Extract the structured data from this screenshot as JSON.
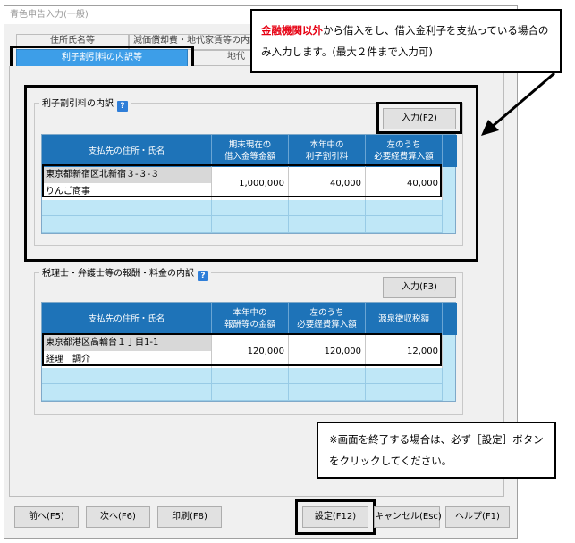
{
  "window": {
    "title": "青色申告入力(一般)"
  },
  "tabs": [
    {
      "label": "住所氏名等"
    },
    {
      "label": "減価償却費・地代家賃等の内訳"
    },
    {
      "label": "利子割引料の内訳等"
    },
    {
      "label": "地代"
    }
  ],
  "interest_section": {
    "legend": "利子割引料の内訳",
    "help": "?",
    "input_button": "入力(F2)",
    "headers": [
      "支払先の住所・氏名",
      "期末現在の\n借入金等金額",
      "本年中の\n利子割引料",
      "左のうち\n必要経費算入額"
    ],
    "rows": [
      {
        "address": "東京都新宿区北新宿３-３-３",
        "name": "りんご商事",
        "loan_balance": "1,000,000",
        "interest": "40,000",
        "deductible": "40,000"
      }
    ]
  },
  "fee_section": {
    "legend": "税理士・弁護士等の報酬・料金の内訳",
    "help": "?",
    "input_button": "入力(F3)",
    "headers": [
      "支払先の住所・氏名",
      "本年中の\n報酬等の金額",
      "左のうち\n必要経費算入額",
      "源泉徴収税額"
    ],
    "rows": [
      {
        "address": "東京都港区高輪台１丁目1-1",
        "name": "経理　調介",
        "fee": "120,000",
        "deductible": "120,000",
        "withholding": "12,000"
      }
    ]
  },
  "callout_top": {
    "highlight": "金融機関以外",
    "text_rest": "から借入をし、借入金利子を支払っている場合のみ入力します。(最大２件まで入力可)"
  },
  "callout_bottom": {
    "text": "※画面を終了する場合は、必ず［設定］ボタンをクリックしてください。"
  },
  "footer": {
    "prev": "前へ(F5)",
    "next": "次へ(F6)",
    "print": "印刷(F8)",
    "set": "設定(F12)",
    "cancel": "キャンセル(Esc)",
    "help": "ヘルプ(F1)"
  }
}
